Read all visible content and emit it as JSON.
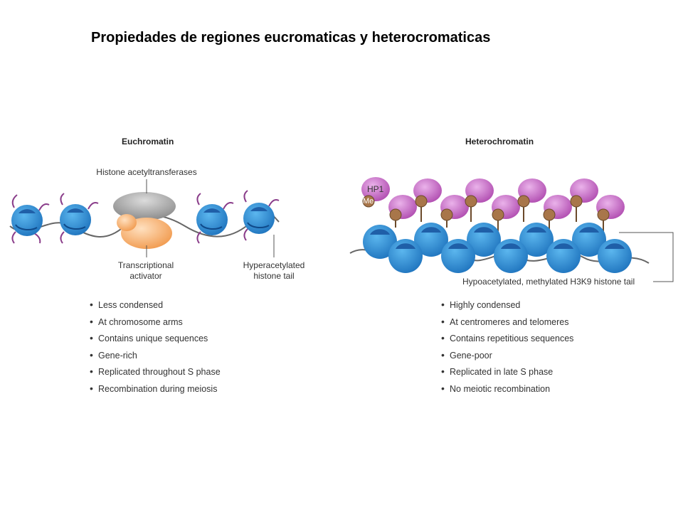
{
  "slide": {
    "title": "Propiedades de regiones eucromaticas y heterocromaticas"
  },
  "euchromatin": {
    "title": "Euchromatin",
    "labels": {
      "acetyltransferases": "Histone acetyltransferases",
      "activator_line1": "Transcriptional",
      "activator_line2": "activator",
      "tail_line1": "Hyperacetylated",
      "tail_line2": "histone tail"
    },
    "properties": [
      "Less condensed",
      "At chromosome arms",
      "Contains unique sequences",
      "Gene-rich",
      "Replicated throughout S phase",
      "Recombination during meiosis"
    ]
  },
  "heterochromatin": {
    "title": "Heterochromatin",
    "labels": {
      "hp1": "HP1",
      "me": "Me",
      "tail": "Hypoacetylated, methylated H3K9 histone tail"
    },
    "properties": [
      "Highly condensed",
      "At centromeres and telomeres",
      "Contains repetitious sequences",
      "Gene-poor",
      "Replicated in late S phase",
      "No meiotic recombination"
    ]
  },
  "colors": {
    "nucleosome": "#2a8fd4",
    "nucleosome_dark": "#1f5fa8",
    "hp1": "#c05cc0",
    "methyl": "#a8764a",
    "activator": "#f5a25a",
    "hat": "#9a9a9a",
    "dna": "#666666",
    "tail": "#8a3d8a"
  }
}
